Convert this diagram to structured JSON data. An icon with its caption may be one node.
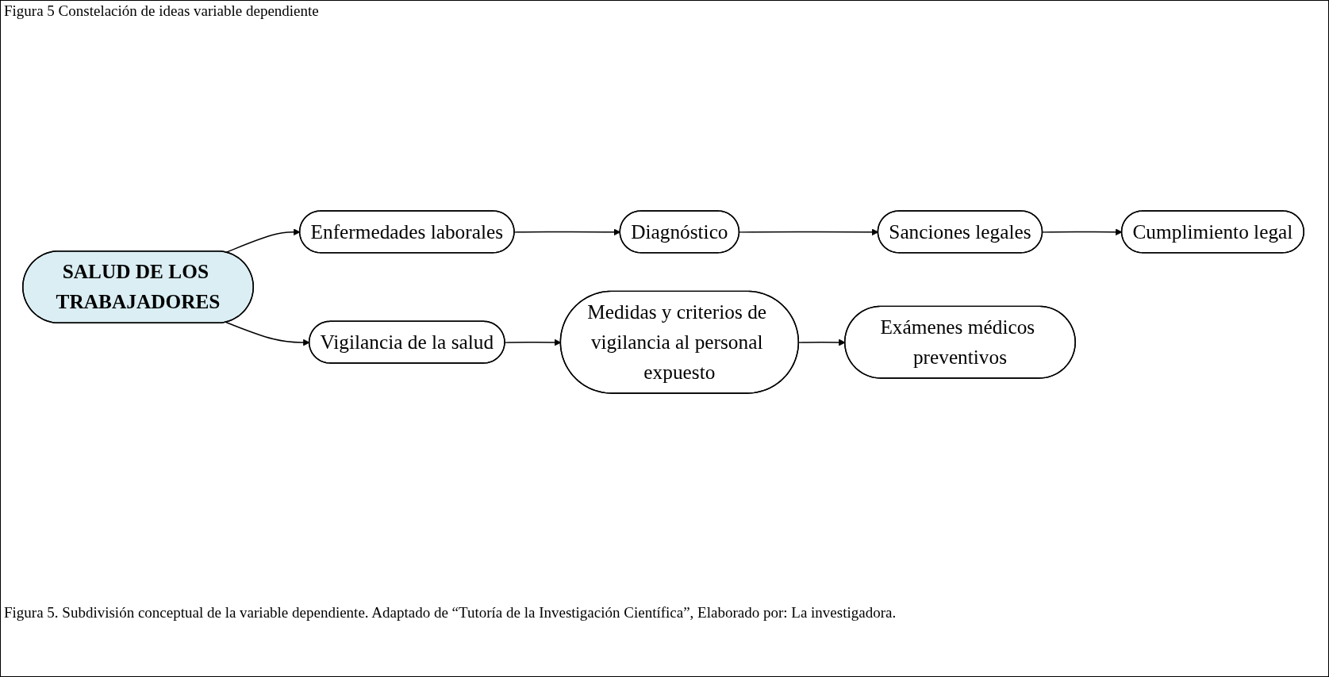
{
  "diagram": {
    "title": "Figura 5 Constelación de ideas variable dependiente",
    "caption": "Figura 5. Subdivisión conceptual de la variable dependiente. Adaptado de “Tutoría de la Investigación Científica”, Elaborado por: La investigadora.",
    "nodes": [
      {
        "text": [
          "Enfermedades laborales"
        ]
      },
      {
        "text": [
          "Diagnóstico"
        ]
      },
      {
        "text": [
          "Sanciones legales"
        ]
      },
      {
        "text": [
          "Cumplimiento legal"
        ]
      },
      {
        "text": [
          "SALUD DE LOS TRABAJADORES"
        ]
      },
      {
        "text": [
          "Vigilancia de la salud"
        ]
      },
      {
        "text": [
          "Medidas y criterios de vigilancia al personal expuesto"
        ]
      },
      {
        "text": [
          "Exámenes médicos preventivos"
        ]
      }
    ],
    "edges": [
      {
        "from": 0,
        "to": 1,
        "arrow": "to"
      },
      {
        "from": 1,
        "to": 2,
        "arrow": "to"
      },
      {
        "from": 2,
        "to": 3,
        "arrow": "to"
      },
      {
        "from": 4,
        "to": 0,
        "arrow": "to"
      },
      {
        "from": 4,
        "to": 5,
        "arrow": "to"
      },
      {
        "from": 5,
        "to": 6,
        "arrow": "to"
      },
      {
        "from": 6,
        "to": 7,
        "arrow": "to"
      }
    ]
  }
}
